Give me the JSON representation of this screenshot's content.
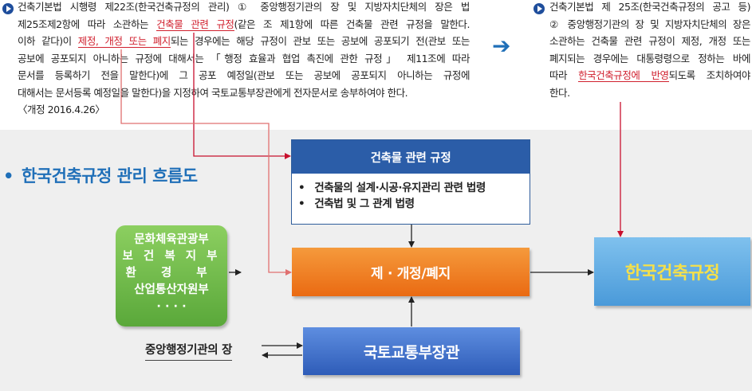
{
  "left_law": {
    "lines": [
      {
        "parts": [
          {
            "t": "건축기본법 시행령 제22조(한국건축규정의 관리) ① 중앙행정기관의 장 및 지방자치단체의 장은 법"
          }
        ]
      },
      {
        "parts": [
          {
            "t": "제25조제2항에 따라 소관하는 "
          },
          {
            "t": "건축물 관련 규정",
            "hl": true
          },
          {
            "t": "(같은 조 제1항에 따른 건축물 관련 규정을 말한다."
          }
        ]
      },
      {
        "parts": [
          {
            "t": "이하 같다)이 "
          },
          {
            "t": "제정, 개정 또는 폐지",
            "hl": true
          },
          {
            "t": "되는 경우에는 해당 규정이 관보 또는 공보에 공포되기 전(관보 또는"
          }
        ]
      },
      {
        "parts": [
          {
            "t": "공보에 공포되지 아니하는 규정에 대해서는 「행정 효율과 협업 촉진에 관한 규정」 제11조에 따라"
          }
        ]
      },
      {
        "parts": [
          {
            "t": "문서를 등록하기 전을 말한다)에 그 공포 예정일(관보 또는 공보에 공포되지 아니하는 규정에"
          }
        ]
      },
      {
        "parts": [
          {
            "t": "대해서는 문서등록 예정일을 말한다)을 지정하여 국토교통부장관에게 전자문서로 송부하여야 한다."
          }
        ]
      },
      {
        "parts": [
          {
            "t": "〈개정 2016.4.26〉"
          }
        ]
      }
    ]
  },
  "right_law": {
    "lines": [
      {
        "parts": [
          {
            "t": "건축기본법 제 25조(한국건축규정의 공고 등)"
          }
        ]
      },
      {
        "parts": [
          {
            "t": "② 중앙행정기관의 장 및 지방자치단체의 장은"
          }
        ]
      },
      {
        "parts": [
          {
            "t": "소관하는 건축물 관련 규정이 제정, 개정 또는"
          }
        ]
      },
      {
        "parts": [
          {
            "t": "폐지되는 경우에는 대통령령으로 정하는 바에"
          }
        ]
      },
      {
        "parts": [
          {
            "t": "따라 "
          },
          {
            "t": "한국건축규정에 반영",
            "hl": true
          },
          {
            "t": "되도록 조치하여야"
          }
        ]
      },
      {
        "parts": [
          {
            "t": "한다."
          }
        ]
      }
    ]
  },
  "section_title": "한국건축규정 관리 흐름도",
  "section_bullet": "•",
  "regulation_box": {
    "header": "건축물 관련 규정",
    "items": [
      "건축물의 설계·시공·유지관리 관련 법령",
      "건축법 및 그 관계 법령"
    ]
  },
  "ministries": [
    "문화체육관광부",
    "보 건 복 지 부",
    "환 경 부",
    "산업통산자원부",
    "· · · ·"
  ],
  "process_box": "제 · 개정/폐지",
  "kbc_box": "한국건축규정",
  "minister_box": "국토교통부장관",
  "central_agency_label": "중앙행정기관의 장",
  "arrow_glyph": "➔",
  "colors": {
    "highlight_red": "#d0202e",
    "blue_header": "#2b5da8",
    "orange": "#ea6a12",
    "green": "#5aa83a",
    "light_blue": "#4a9ad9",
    "kbc_text": "#f5e04a",
    "title_blue": "#1f6fb8",
    "connector_pink": "#e07070",
    "connector_red": "#c8102e"
  }
}
